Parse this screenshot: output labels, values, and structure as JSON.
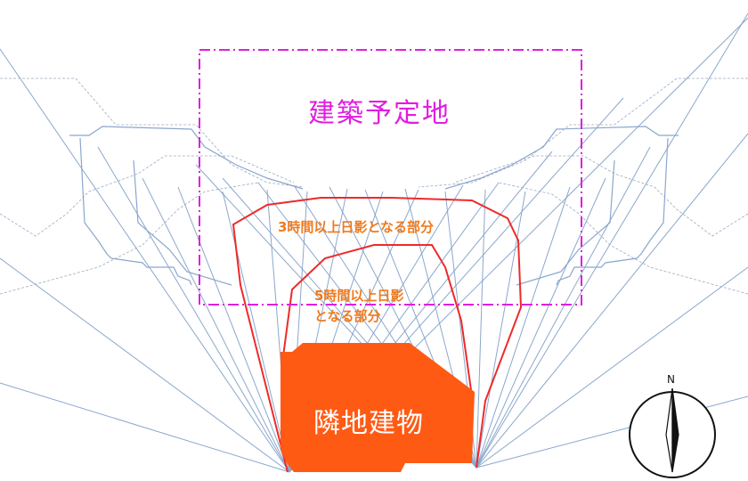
{
  "labels": {
    "planned_site": "建築予定地",
    "shadow_3h": "3時間以上日影となる部分",
    "shadow_5h_line1": "5時間以上日影",
    "shadow_5h_line2": "となる部分",
    "neighbor_building": "隣地建物",
    "north": "N"
  },
  "colors": {
    "planned_site_boundary": "#e01ee0",
    "shadow_contour": "#ee2a2a",
    "shadow_label": "#f07a1e",
    "neighbor_building_fill": "#ff5a14",
    "neighbor_building_text": "#ffffff",
    "shadow_lines": "#7f9ec7",
    "time_contour_lines": "#9aaac0",
    "compass": "#111111"
  },
  "icons": {
    "compass": "north-arrow-icon"
  }
}
